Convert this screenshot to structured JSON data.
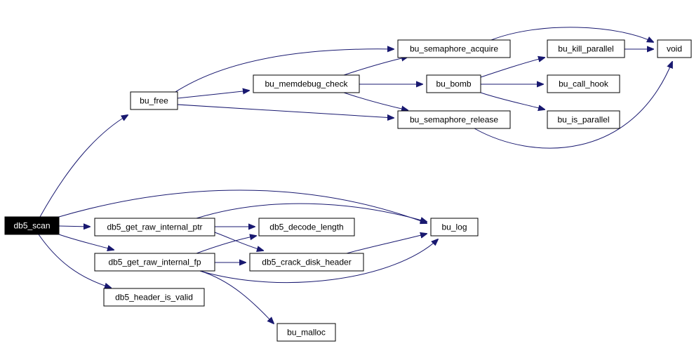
{
  "graph": {
    "root": "db5_scan",
    "nodes": {
      "db5_scan": "db5_scan",
      "bu_free": "bu_free",
      "bu_semaphore_acquire": "bu_semaphore_acquire",
      "bu_memdebug_check": "bu_memdebug_check",
      "bu_bomb": "bu_bomb",
      "bu_kill_parallel": "bu_kill_parallel",
      "void": "void",
      "bu_call_hook": "bu_call_hook",
      "bu_semaphore_release": "bu_semaphore_release",
      "bu_is_parallel": "bu_is_parallel",
      "db5_get_raw_internal_ptr": "db5_get_raw_internal_ptr",
      "db5_decode_length": "db5_decode_length",
      "bu_log": "bu_log",
      "db5_get_raw_internal_fp": "db5_get_raw_internal_fp",
      "db5_crack_disk_header": "db5_crack_disk_header",
      "db5_header_is_valid": "db5_header_is_valid",
      "bu_malloc": "bu_malloc"
    },
    "edges": [
      [
        "db5_scan",
        "bu_free"
      ],
      [
        "db5_scan",
        "bu_log"
      ],
      [
        "db5_scan",
        "db5_get_raw_internal_ptr"
      ],
      [
        "db5_scan",
        "db5_get_raw_internal_fp"
      ],
      [
        "db5_scan",
        "db5_header_is_valid"
      ],
      [
        "bu_free",
        "bu_semaphore_acquire"
      ],
      [
        "bu_free",
        "bu_memdebug_check"
      ],
      [
        "bu_free",
        "bu_semaphore_release"
      ],
      [
        "bu_memdebug_check",
        "bu_semaphore_acquire"
      ],
      [
        "bu_memdebug_check",
        "bu_bomb"
      ],
      [
        "bu_memdebug_check",
        "bu_semaphore_release"
      ],
      [
        "bu_bomb",
        "bu_kill_parallel"
      ],
      [
        "bu_bomb",
        "bu_call_hook"
      ],
      [
        "bu_bomb",
        "bu_is_parallel"
      ],
      [
        "bu_kill_parallel",
        "void"
      ],
      [
        "bu_semaphore_acquire",
        "void"
      ],
      [
        "bu_semaphore_release",
        "void"
      ],
      [
        "db5_get_raw_internal_ptr",
        "db5_decode_length"
      ],
      [
        "db5_get_raw_internal_ptr",
        "bu_log"
      ],
      [
        "db5_get_raw_internal_ptr",
        "db5_crack_disk_header"
      ],
      [
        "db5_get_raw_internal_fp",
        "db5_decode_length"
      ],
      [
        "db5_get_raw_internal_fp",
        "db5_crack_disk_header"
      ],
      [
        "db5_get_raw_internal_fp",
        "bu_log"
      ],
      [
        "db5_get_raw_internal_fp",
        "bu_malloc"
      ],
      [
        "db5_crack_disk_header",
        "bu_log"
      ]
    ],
    "colors": {
      "edge": "#191970",
      "node_border": "#000000",
      "node_fill": "#ffffff",
      "root_fill": "#000000",
      "root_text": "#ffffff"
    }
  }
}
